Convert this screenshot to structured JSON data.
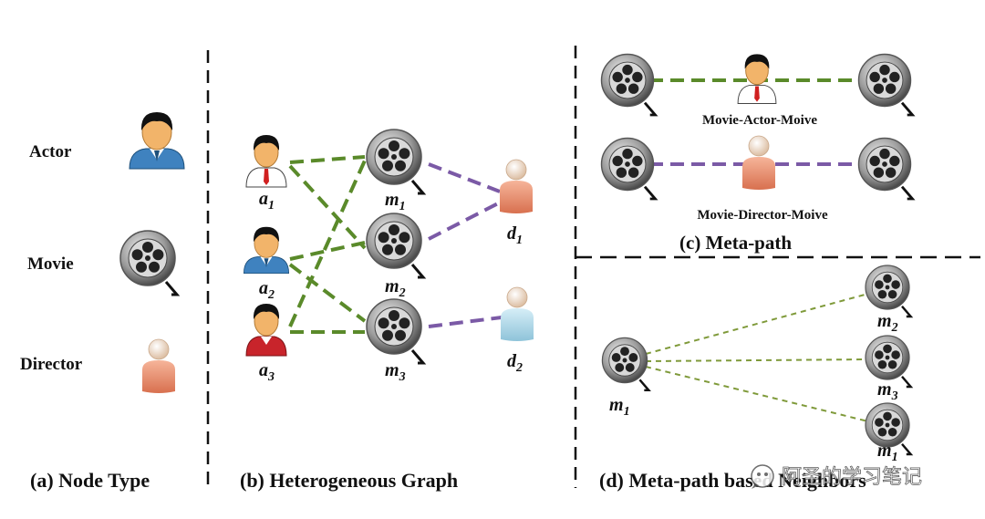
{
  "panel_a": {
    "caption": "(a) Node Type",
    "actor_label": "Actor",
    "movie_label": "Movie",
    "director_label": "Director"
  },
  "panel_b": {
    "caption": "(b) Heterogeneous Graph",
    "actors": [
      {
        "base": "a",
        "sub": "1"
      },
      {
        "base": "a",
        "sub": "2"
      },
      {
        "base": "a",
        "sub": "3"
      }
    ],
    "movies": [
      {
        "base": "m",
        "sub": "1"
      },
      {
        "base": "m",
        "sub": "2"
      },
      {
        "base": "m",
        "sub": "3"
      }
    ],
    "directors": [
      {
        "base": "d",
        "sub": "1"
      },
      {
        "base": "d",
        "sub": "2"
      }
    ]
  },
  "panel_c": {
    "caption": "(c) Meta-path",
    "path1_label": "Movie-Actor-Moive",
    "path2_label": "Movie-Director-Moive"
  },
  "panel_d": {
    "caption": "(d) Meta-path based Neighbors",
    "center": {
      "base": "m",
      "sub": "1"
    },
    "neighbors": [
      {
        "base": "m",
        "sub": "2"
      },
      {
        "base": "m",
        "sub": "3"
      },
      {
        "base": "m",
        "sub": "1"
      }
    ]
  },
  "watermark": "阿圣的学习笔记",
  "colors": {
    "actor_director_edge": "#5a8a2a",
    "director_edge": "#7b5aa6",
    "neighbor_edge": "#7f9a3a"
  }
}
